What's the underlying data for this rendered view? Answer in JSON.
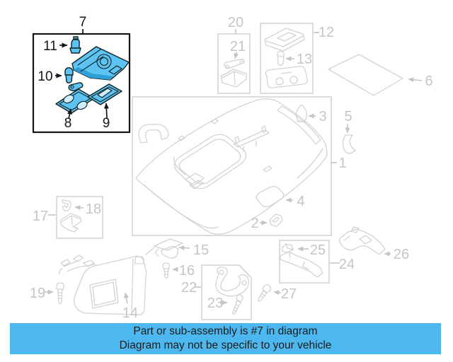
{
  "banner": {
    "line1": "Part or sub-assembly is #7 in diagram",
    "line2": "Diagram may not be specific to your vehicle"
  },
  "highlighted_part": "7",
  "palette": {
    "highlight_fill": "#5cc3f2",
    "highlight_shade": "#2ea0d8",
    "diagram_line_gray": "#d3d3d3",
    "label_gray": "#c5c5c5",
    "label_black": "#141414",
    "banner_blue": "#4cb8ef"
  },
  "parts": {
    "1": "1",
    "2": "2",
    "3": "3",
    "4": "4",
    "5": "5",
    "6": "6",
    "7": "7",
    "8": "8",
    "9": "9",
    "10": "10",
    "11": "11",
    "12": "12",
    "13": "13",
    "14": "14",
    "15": "15",
    "16": "16",
    "17": "17",
    "18": "18",
    "19": "19",
    "20": "20",
    "21": "21",
    "22": "22",
    "23": "23",
    "24": "24",
    "25": "25",
    "26": "26",
    "27": "27"
  }
}
